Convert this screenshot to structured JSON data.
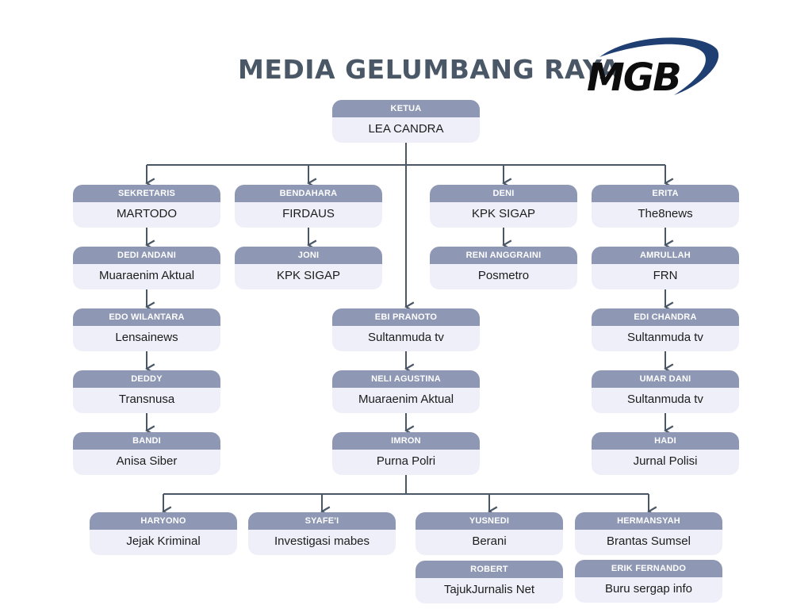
{
  "header": {
    "title": "MEDIA GELUMBANG RAYA",
    "logo_text": "MGB"
  },
  "colors": {
    "title": "#4a5766",
    "role_bar": "#8e97b3",
    "name_box": "#efeff9",
    "connector": "#4a5766",
    "logo_swoosh": "#1f3f73"
  },
  "nodes": {
    "ketua": {
      "role": "KETUA",
      "name": "LEA CANDRA"
    },
    "sekretaris": {
      "role": "SEKRETARIS",
      "name": "MARTODO"
    },
    "dedi_andani": {
      "role": "DEDI ANDANI",
      "name": "Muaraenim Aktual"
    },
    "edo": {
      "role": "EDO WILANTARA",
      "name": "Lensainews"
    },
    "deddy": {
      "role": "DEDDY",
      "name": "Transnusa"
    },
    "bandi": {
      "role": "BANDI",
      "name": "Anisa Siber"
    },
    "bendahara": {
      "role": "BENDAHARA",
      "name": "FIRDAUS"
    },
    "joni": {
      "role": "JONI",
      "name": "KPK SIGAP"
    },
    "deni": {
      "role": "DENI",
      "name": "KPK SIGAP"
    },
    "reni": {
      "role": "RENI ANGGRAINI",
      "name": "Posmetro"
    },
    "erita": {
      "role": "ERITA",
      "name": "The8news"
    },
    "amrullah": {
      "role": "AMRULLAH",
      "name": "FRN"
    },
    "edi_chandra": {
      "role": "EDI CHANDRA",
      "name": "Sultanmuda tv"
    },
    "umar_dani": {
      "role": "UMAR DANI",
      "name": "Sultanmuda tv"
    },
    "hadi": {
      "role": "HADI",
      "name": "Jurnal Polisi"
    },
    "ebi": {
      "role": "EBI PRANOTO",
      "name": "Sultanmuda tv"
    },
    "neli": {
      "role": "NELI AGUSTINA",
      "name": "Muaraenim Aktual"
    },
    "imron": {
      "role": "IMRON",
      "name": "Purna Polri"
    },
    "haryono": {
      "role": "HARYONO",
      "name": "Jejak Kriminal"
    },
    "syafei": {
      "role": "SYAFE'I",
      "name": "Investigasi mabes"
    },
    "yusnedi": {
      "role": "YUSNEDI",
      "name": "Berani"
    },
    "robert": {
      "role": "ROBERT",
      "name": "TajukJurnalis Net"
    },
    "hermansyah": {
      "role": "HERMANSYAH",
      "name": "Brantas Sumsel"
    },
    "erik": {
      "role": "ERIK FERNANDO",
      "name": "Buru sergap info"
    }
  }
}
